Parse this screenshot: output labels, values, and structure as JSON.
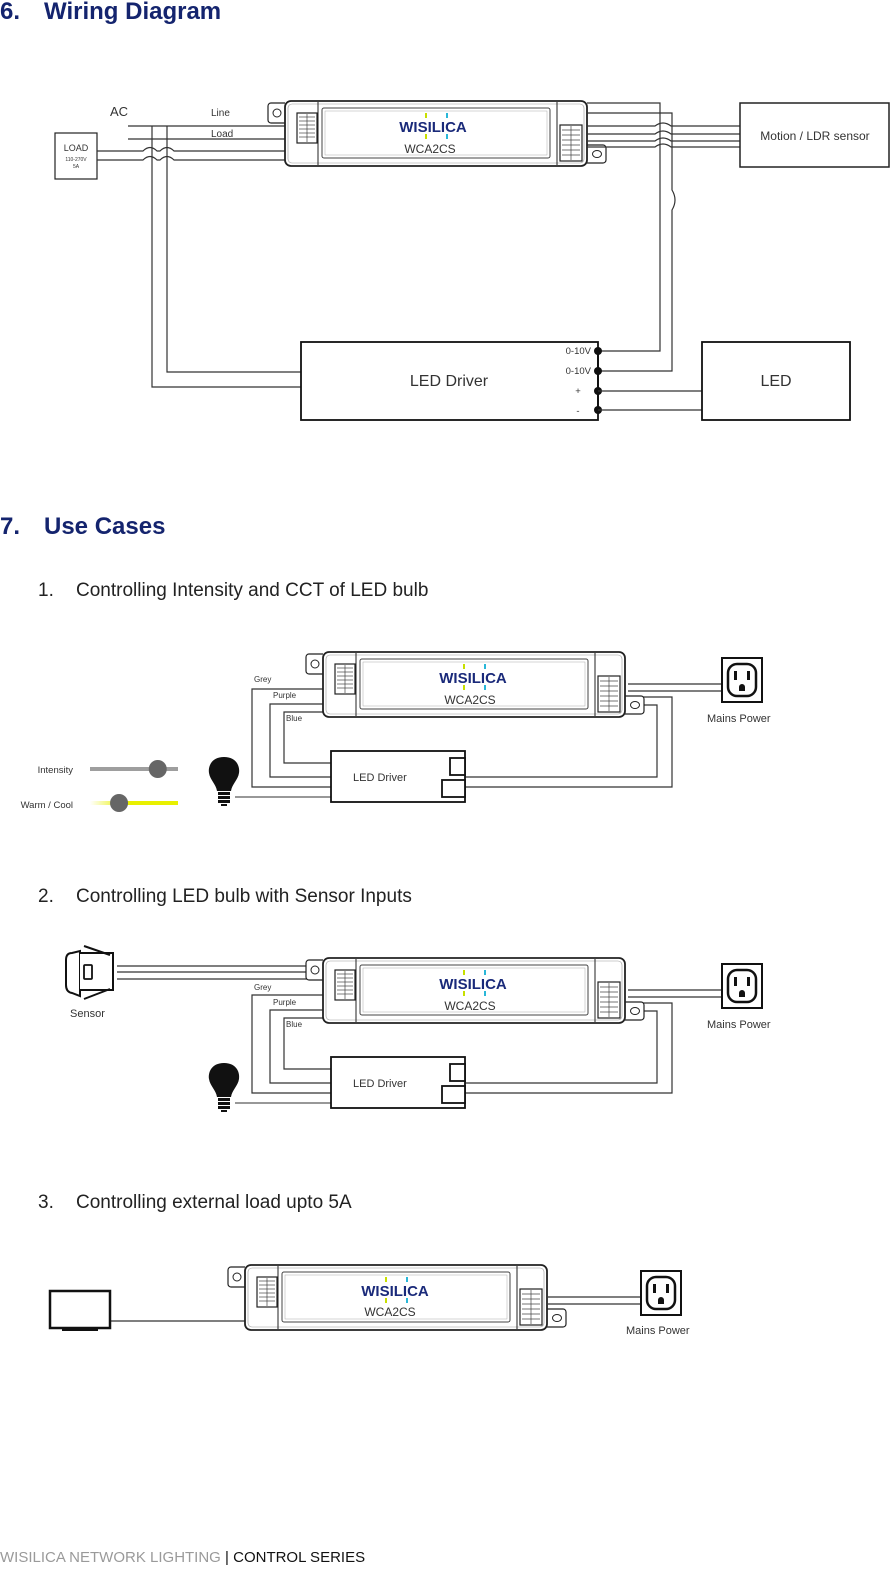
{
  "sections": [
    {
      "number": "6.",
      "title": "Wiring Diagram"
    },
    {
      "number": "7.",
      "title": "Use Cases"
    }
  ],
  "module": {
    "brand": "WISILICA",
    "model": "WCA2CS"
  },
  "wiring": {
    "ac": "AC",
    "line": "Line",
    "load_wire": "Load",
    "load_box": {
      "title": "LOAD",
      "voltage": "110-270V",
      "current": "5A"
    },
    "sensor": "Motion / LDR sensor",
    "driver": "LED Driver",
    "terminals": [
      "0-10V",
      "0-10V",
      "+",
      "-"
    ],
    "led": "LED"
  },
  "use_cases": [
    {
      "number": "1.",
      "title": "Controlling Intensity and CCT of LED bulb"
    },
    {
      "number": "2.",
      "title": "Controlling LED bulb with Sensor Inputs"
    },
    {
      "number": "3.",
      "title": "Controlling external load upto 5A"
    }
  ],
  "uc1": {
    "wires": [
      "Grey",
      "Purple",
      "Blue"
    ],
    "driver": "LED Driver",
    "mains": "Mains Power",
    "sliders": [
      {
        "label": "Intensity",
        "value": 0.77,
        "color": "#9e9e9e"
      },
      {
        "label": "Warm / Cool",
        "value": 0.33,
        "color": "#e8f000"
      }
    ]
  },
  "uc2": {
    "sensor": "Sensor",
    "wires": [
      "Grey",
      "Purple",
      "Blue"
    ],
    "driver": "LED Driver",
    "mains": "Mains Power"
  },
  "uc3": {
    "mains": "Mains Power"
  },
  "footer": {
    "brand": "WISILICA NETWORK LIGHTING",
    "separator": "|",
    "series": "CONTROL SERIES"
  },
  "colors": {
    "heading": "#14246e",
    "logo": "#1a2a7a",
    "logo_dot_1": "#c8e000",
    "logo_dot_2": "#2ab7d8"
  }
}
